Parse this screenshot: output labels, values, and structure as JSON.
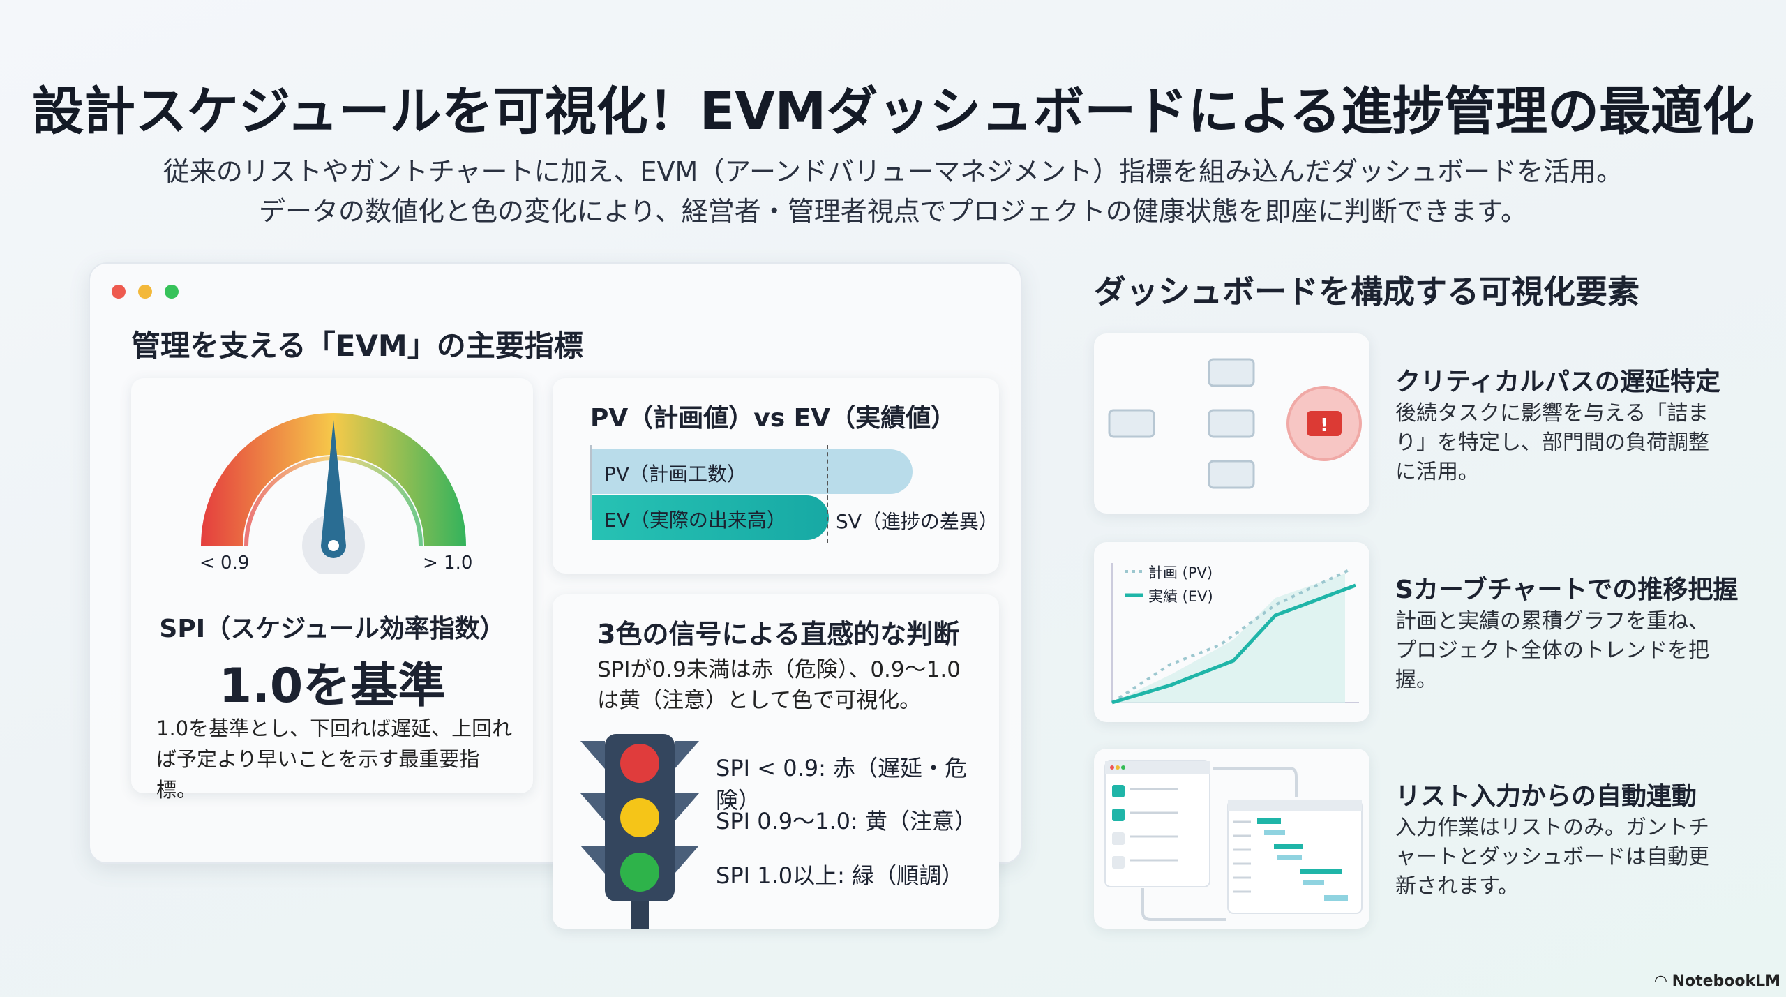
{
  "title": "設計スケジュールを可視化！EVMダッシュボードによる進捗管理の最適化",
  "subtitle": [
    "従来のリストやガントチャートに加え、EVM（アーンドバリューマネジメント）指標を組み込んだダッシュボードを活用。",
    "データの数値化と色の変化により、経営者・管理者視点でプロジェクトの健康状態を即座に判断できます。"
  ],
  "left_panel": {
    "heading": "管理を支える「EVM」の主要指標",
    "gauge": {
      "low_label": "< 0.9",
      "high_label": "> 1.0",
      "metric": "SPI（スケジュール効率指数）",
      "headline": "1.0を基準",
      "desc": "1.0を基準とし、下回れば遅延、上回れば予定より早いことを示す最重要指標。",
      "value": 1.0
    },
    "pv_ev": {
      "title": "PV（計画値）vs EV（実績値）",
      "pv_label": "PV（計画工数）",
      "ev_label": "EV（実際の出来高）",
      "sv_label": "SV（進捗の差異）"
    },
    "signal": {
      "title": "3色の信号による直感的な判断",
      "desc": "SPIが0.9未満は赤（危険）、0.9〜1.0は黄（注意）として色で可視化。",
      "rules": [
        "SPI < 0.9: 赤（遅延・危険）",
        "SPI 0.9〜1.0: 黄（注意）",
        "SPI 1.0以上: 緑（順調）"
      ]
    }
  },
  "right_panel": {
    "heading": "ダッシュボードを構成する可視化要素",
    "features": [
      {
        "title": "クリティカルパスの遅延特定",
        "desc": "後続タスクに影響を与える「詰まり」を特定し、部門間の負荷調整に活用。"
      },
      {
        "title": "Sカーブチャートでの推移把握",
        "desc": "計画と実績の累積グラフを重ね、プロジェクト全体のトレンドを把握。",
        "legend": [
          "計画 (PV)",
          "実績 (EV)"
        ]
      },
      {
        "title": "リスト入力からの自動連動",
        "desc": "入力作業はリストのみ。ガントチャートとダッシュボードは自動更新されます。"
      }
    ]
  },
  "branding": "NotebookLM",
  "colors": {
    "teal": "#1fb5a8",
    "red": "#e03c3c",
    "yellow": "#f5c518",
    "green": "#2eb34a",
    "needle": "#2a6d93"
  }
}
